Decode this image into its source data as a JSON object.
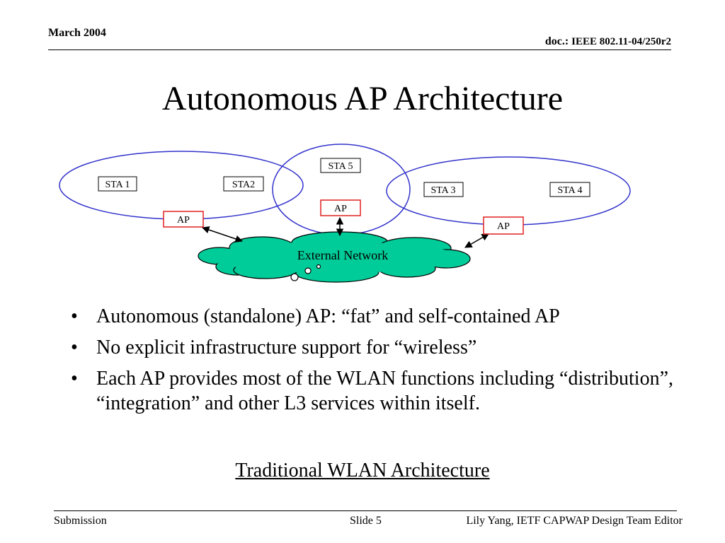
{
  "header": {
    "date": "March 2004",
    "doc_label": "doc.:",
    "doc_id": "IEEE 802.11-04/250r2"
  },
  "title": "Autonomous AP Architecture",
  "diagram": {
    "stations": [
      "STA 1",
      "STA2",
      "STA 5",
      "STA 3",
      "STA 4"
    ],
    "access_points": [
      "AP",
      "AP",
      "AP"
    ],
    "network_label": "External Network",
    "colors": {
      "ellipse": "#3333cc",
      "ap_border": "#e02020",
      "cloud_fill": "#00cc99"
    }
  },
  "bullets": [
    "Autonomous (standalone) AP: “fat” and self-contained AP",
    "No explicit infrastructure support for “wireless”",
    "Each AP provides most of the WLAN functions including “distribution”, “integration” and other L3 services within itself."
  ],
  "caption": "Traditional WLAN Architecture",
  "footer": {
    "left": "Submission",
    "slide": "Slide 5",
    "author": "Lily Yang, IETF CAPWAP Design Team Editor"
  }
}
